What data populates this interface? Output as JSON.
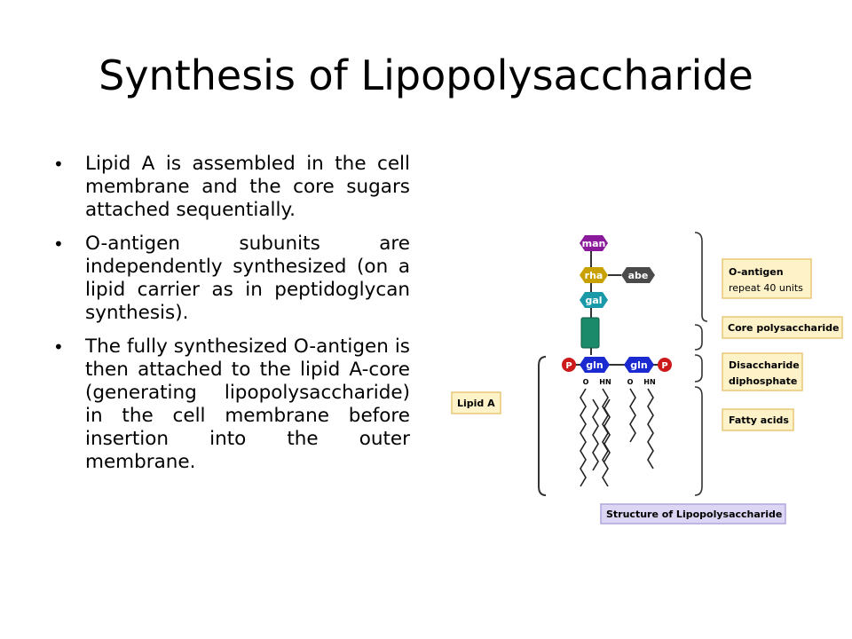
{
  "title": "Synthesis of Lipopolysaccharide",
  "bullets": [
    "Lipid A is assembled in the cell membrane and the core sugars attached sequentially.",
    "O-antigen subunits are independently synthesized (on a lipid carrier as in peptidoglycan synthesis).",
    "The fully synthesized O-antigen is then attached to the lipid A-core (generating lipopolysaccharide) in the cell membrane before insertion into the outer membrane."
  ],
  "diagram": {
    "sugars": {
      "man": "man",
      "rha": "rha",
      "abe": "abe",
      "gal": "gal",
      "gln_left": "gln",
      "gln_right": "gln",
      "phosphate": "P"
    },
    "link_labels": {
      "o": "O",
      "hn": "HN"
    },
    "labels": {
      "lipid_a": "Lipid A",
      "o_antigen_line1": "O-antigen",
      "o_antigen_line2": "repeat 40 units",
      "core_polysaccharide": "Core polysaccharide",
      "disaccharide_line1": "Disaccharide",
      "disaccharide_line2": "diphosphate",
      "fatty_acids": "Fatty acids",
      "caption": "Structure of Lipopolysaccharide"
    },
    "colors": {
      "man": "#8a1a9b",
      "rha": "#c8a000",
      "abe": "#4a4a4a",
      "gal": "#1a9aa8",
      "core_block": "#1a8a6a",
      "gln": "#1a2ad0",
      "phosphate": "#cc1a1a",
      "label_box": "#fdf2c8",
      "label_border": "#e8c878",
      "caption_box": "#dcd6f4",
      "caption_border": "#b0a6de"
    }
  }
}
